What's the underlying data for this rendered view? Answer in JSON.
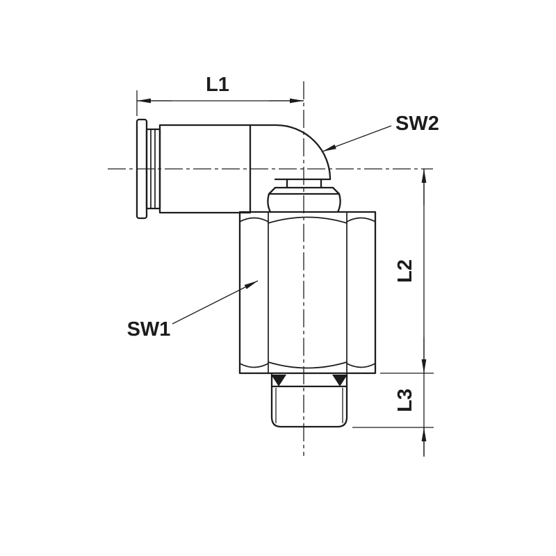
{
  "drawing": {
    "kind": "technical-dimension-drawing",
    "labels": {
      "l1": "L1",
      "l2": "L2",
      "l3": "L3",
      "sw1": "SW1",
      "sw2": "SW2"
    },
    "colors": {
      "line": "#1c1c1c",
      "background": "#ffffff"
    }
  }
}
